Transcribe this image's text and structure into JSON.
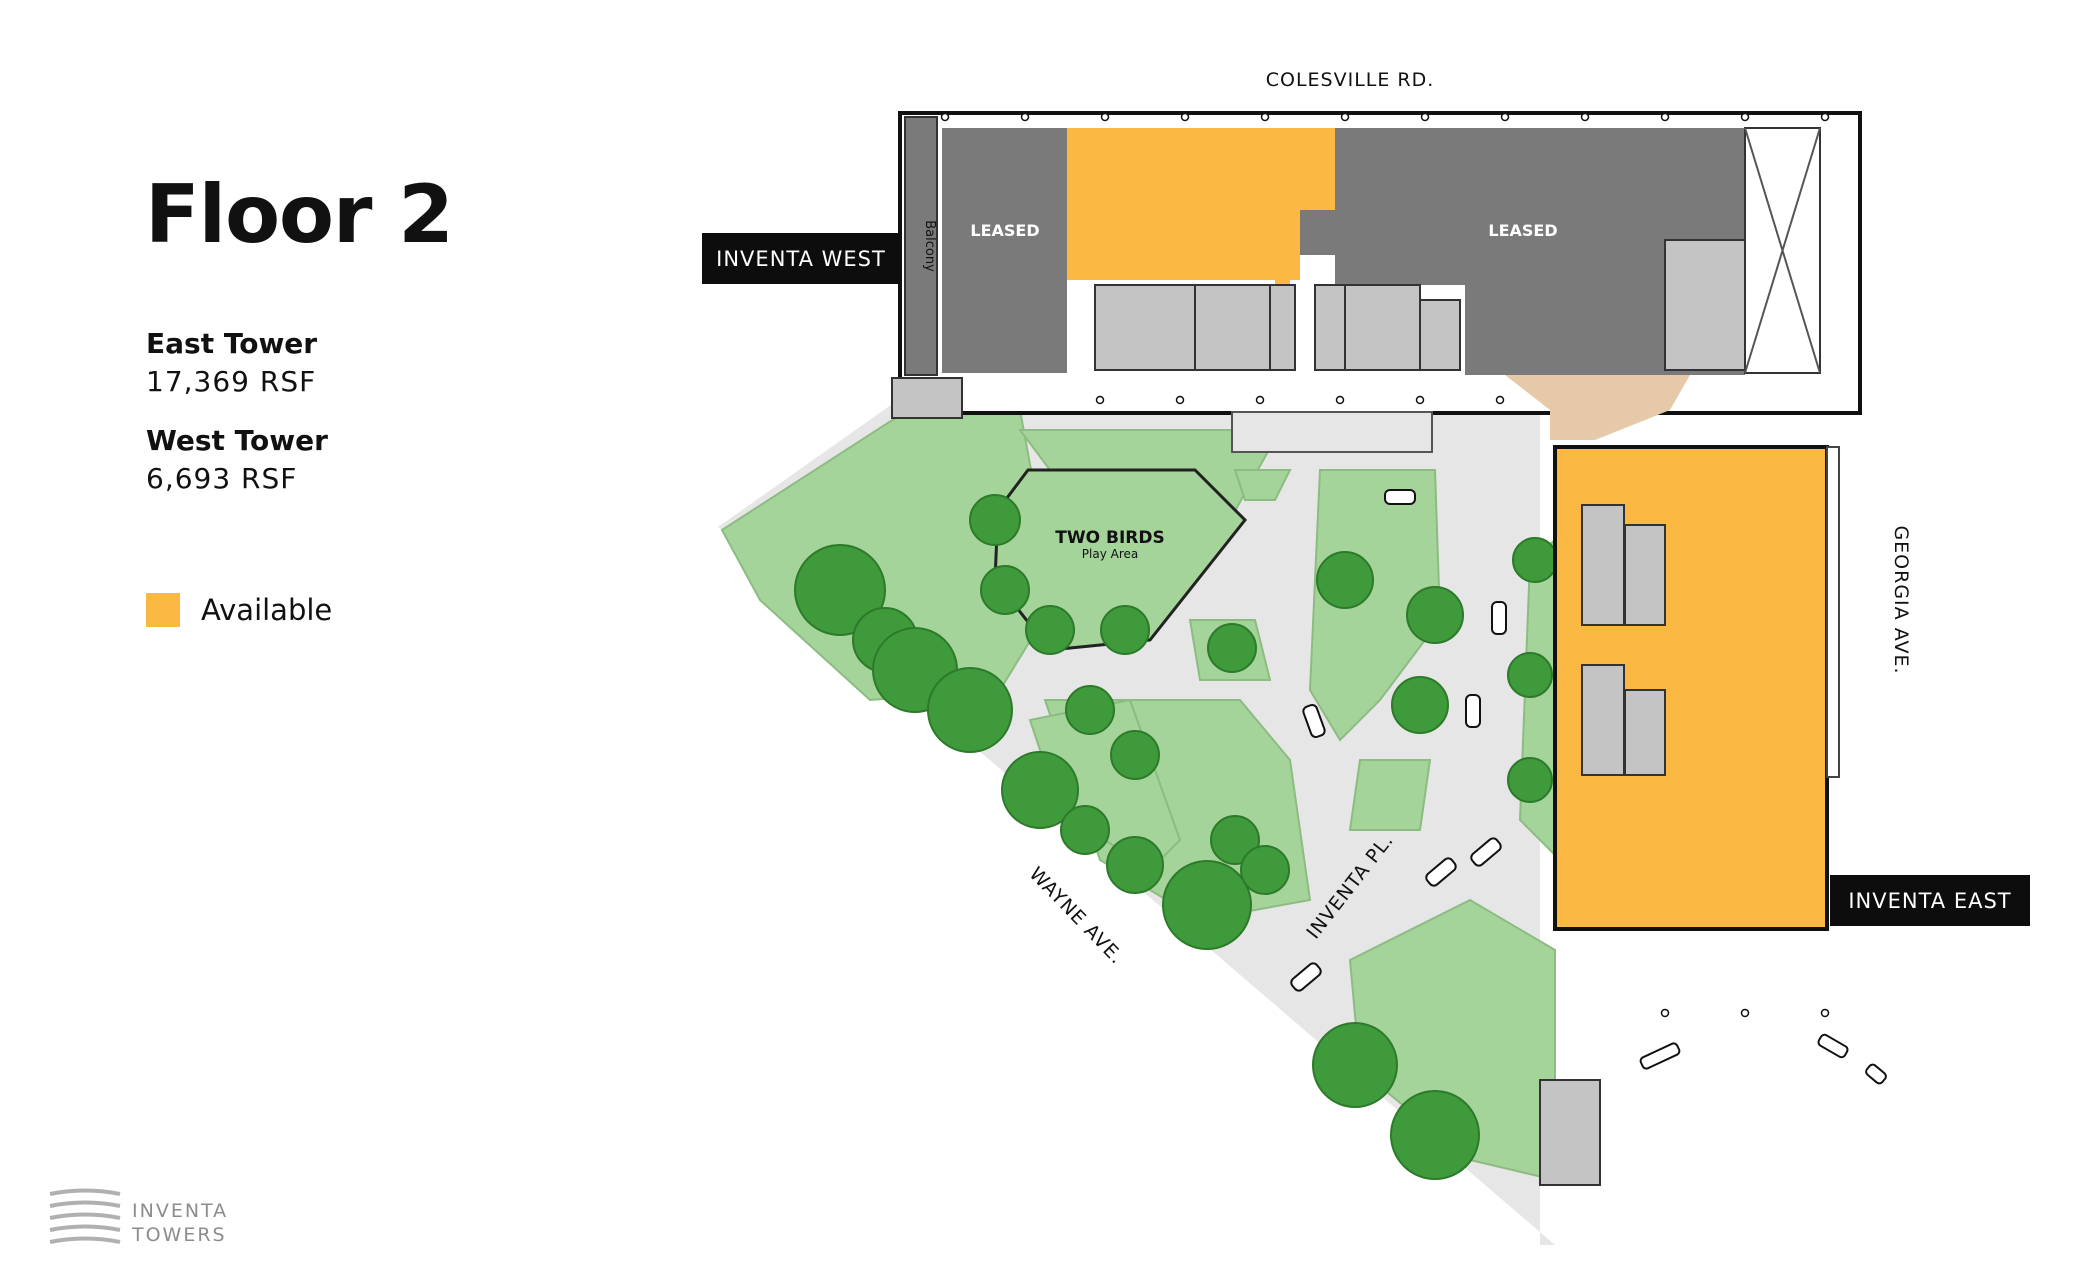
{
  "title": "Floor 2",
  "towers": [
    {
      "name": "East Tower",
      "rsf": "17,369 RSF"
    },
    {
      "name": "West Tower",
      "rsf": "6,693 RSF"
    }
  ],
  "legend": {
    "label": "Available",
    "color": "#fbb843"
  },
  "colors": {
    "leased": "#7a7a7a",
    "available": "#fbb843",
    "green": "#a5d49a",
    "plaza": "#e6e6e6",
    "tree": "#3e9a3a"
  },
  "map": {
    "streets": {
      "north": "COLESVILLE RD.",
      "east": "GEORGIA AVE.",
      "southwest": "WAYNE AVE.",
      "inner": "INVENTA PL."
    },
    "tower_labels": {
      "west": "INVENTA WEST",
      "east": "INVENTA EAST"
    },
    "leased_label": "LEASED",
    "balcony_label": "Balcony",
    "play_area": {
      "name": "TWO BIRDS",
      "sub": "Play Area"
    }
  },
  "logo": {
    "line1": "INVENTA",
    "line2": "TOWERS"
  }
}
